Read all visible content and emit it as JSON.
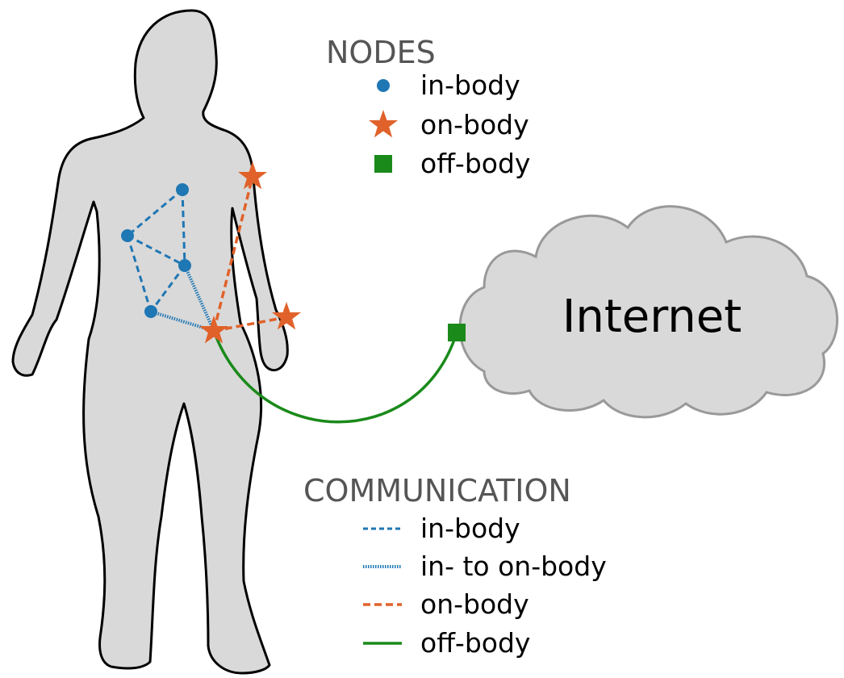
{
  "nodes_legend": {
    "title": "NODES",
    "items": [
      {
        "label": "in-body",
        "marker": "circle",
        "color": "#1f77b4"
      },
      {
        "label": "on-body",
        "marker": "star",
        "color": "#e0622a"
      },
      {
        "label": "off-body",
        "marker": "square",
        "color": "#1a8a1a"
      }
    ]
  },
  "communication_legend": {
    "title": "COMMUNICATION",
    "items": [
      {
        "label": "in-body",
        "line_style": "dashed",
        "color": "#1f77b4"
      },
      {
        "label": "in- to on-body",
        "line_style": "dotted",
        "color": "#1f77b4"
      },
      {
        "label": "on-body",
        "line_style": "dashed",
        "color": "#e0622a"
      },
      {
        "label": "off-body",
        "line_style": "solid",
        "color": "#1a8a1a"
      }
    ]
  },
  "cloud": {
    "label": "Internet",
    "fill": "#d9d9d9"
  },
  "body_fill": "#d9d9d9",
  "icons": [
    "human-silhouette-icon",
    "cloud-icon",
    "circle-node-icon",
    "star-node-icon",
    "square-node-icon"
  ]
}
